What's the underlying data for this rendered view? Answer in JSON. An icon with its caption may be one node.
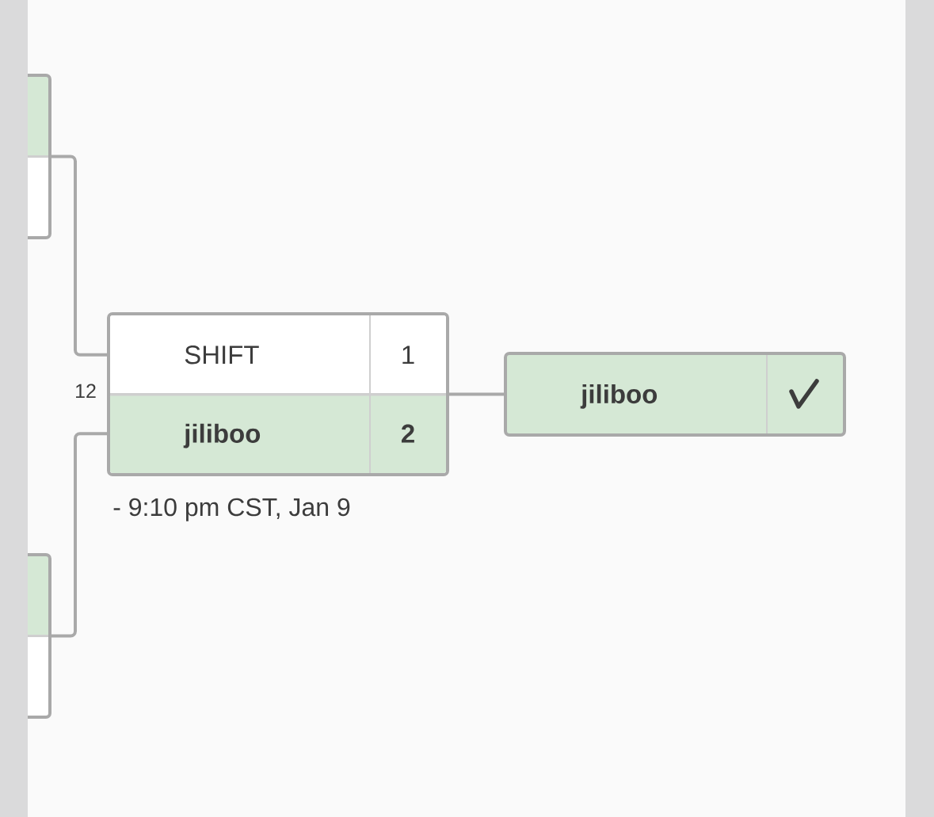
{
  "diagram": {
    "nodes": [
      {
        "text": [],
        "shape": "box"
      },
      {
        "text": [],
        "shape": "box",
        "beside": [
          "12",
          "- 9:10 pm CST, Jan 9"
        ]
      },
      {
        "text": [
          "SHIFT",
          "1"
        ],
        "in": 1
      },
      {
        "text": [
          "jiliboo",
          "2"
        ],
        "in": 1
      },
      {
        "text": [
          "jiliboo"
        ]
      },
      {
        "text": [],
        "shape": "box"
      }
    ],
    "edges": [
      {
        "from": 0,
        "to": 2,
        "arrow": "none"
      },
      {
        "from": 5,
        "to": 3,
        "arrow": "none"
      },
      {
        "from": 1,
        "to": 4,
        "arrow": "none"
      }
    ]
  }
}
